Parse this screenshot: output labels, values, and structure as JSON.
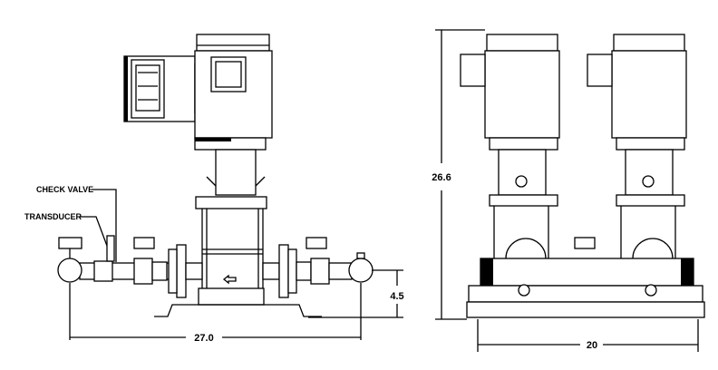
{
  "labels": {
    "check_valve": "CHECK VALVE",
    "transducer": "TRANSDUCER"
  },
  "dimensions": {
    "side_width": "27.0",
    "inlet_height": "4.5",
    "overall_height": "26.6",
    "front_width": "20"
  },
  "colors": {
    "line": "#000000",
    "background": "#ffffff"
  }
}
